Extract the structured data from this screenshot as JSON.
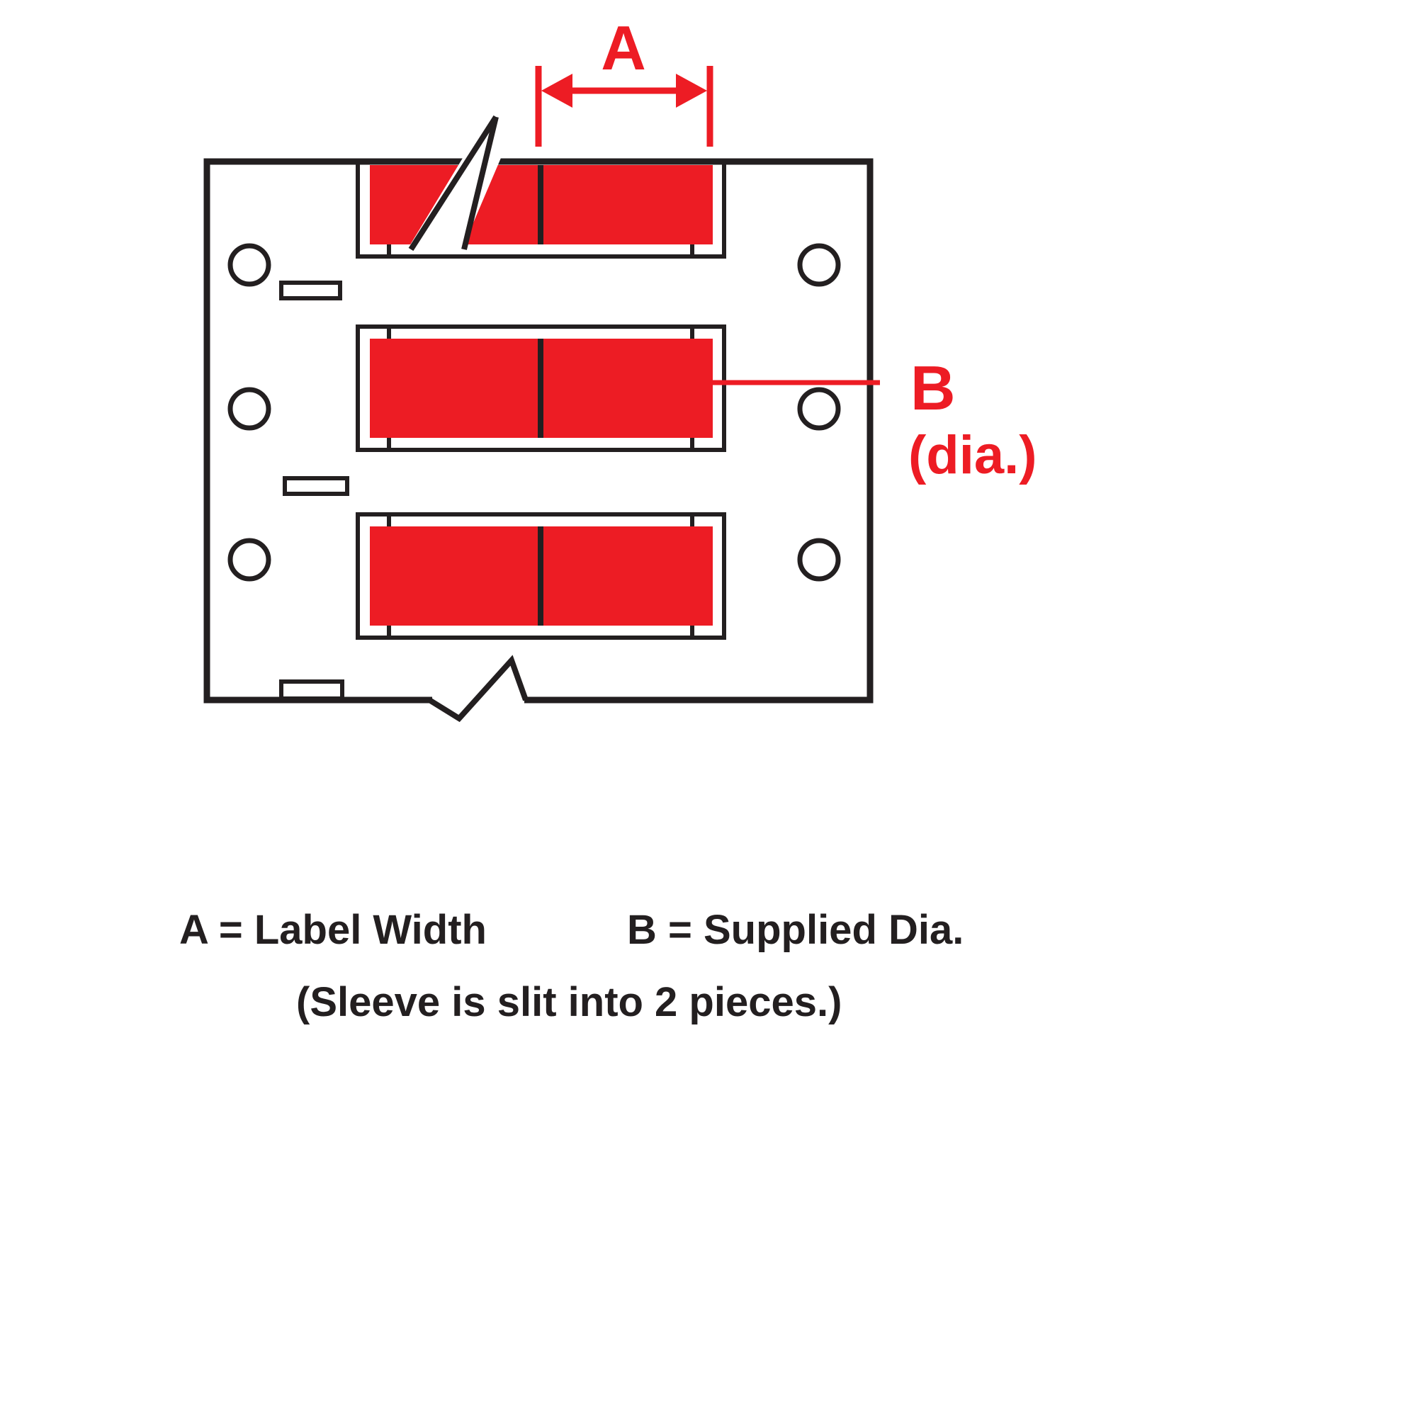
{
  "labels": {
    "dim_a": "A",
    "dim_b": "B",
    "dim_b_sub": "(dia.)"
  },
  "legend": {
    "a_definition": "A = Label Width",
    "b_definition": "B = Supplied Dia.",
    "note": "(Sleeve is slit into 2 pieces.)"
  },
  "figure": {
    "sleeve_count": 3,
    "pieces_per_sleeve": 2,
    "feed_holes": 6,
    "slots": 3
  },
  "colors": {
    "accent_red": "#ED1C24",
    "outline_black": "#231F20",
    "surface_white": "#FFFFFF"
  }
}
